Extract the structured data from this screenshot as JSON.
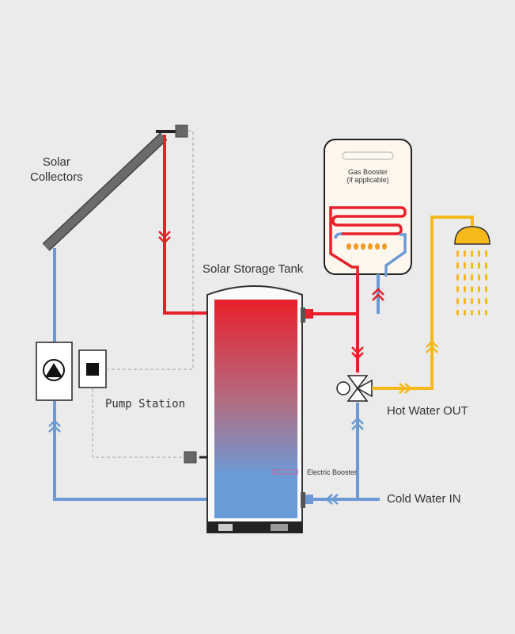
{
  "labels": {
    "solar_collectors": "Solar\nCollectors",
    "solar_storage_tank": "Solar Storage Tank",
    "gas_booster": "Gas Booster",
    "gas_booster_note": "(if applicable)",
    "pump_station": "Pump Station",
    "electric_booster": "Electric Booster",
    "hot_water_out": "Hot Water OUT",
    "cold_water_in": "Cold Water IN"
  },
  "colors": {
    "background": "#ebebeb",
    "hot_pipe": "#e8202a",
    "cold_pipe": "#6d9ad4",
    "hot_water_out_pipe": "#f6b91a",
    "control_line": "#bbbbbb",
    "collector": "#666666",
    "tank_top": "#e8202a",
    "tank_bottom": "#6a9bd6",
    "shower_head": "#f6b91a"
  },
  "icons": [
    "pump-icon",
    "controller-icon",
    "mixing-valve-icon",
    "shower-head-icon",
    "flame-icon"
  ]
}
